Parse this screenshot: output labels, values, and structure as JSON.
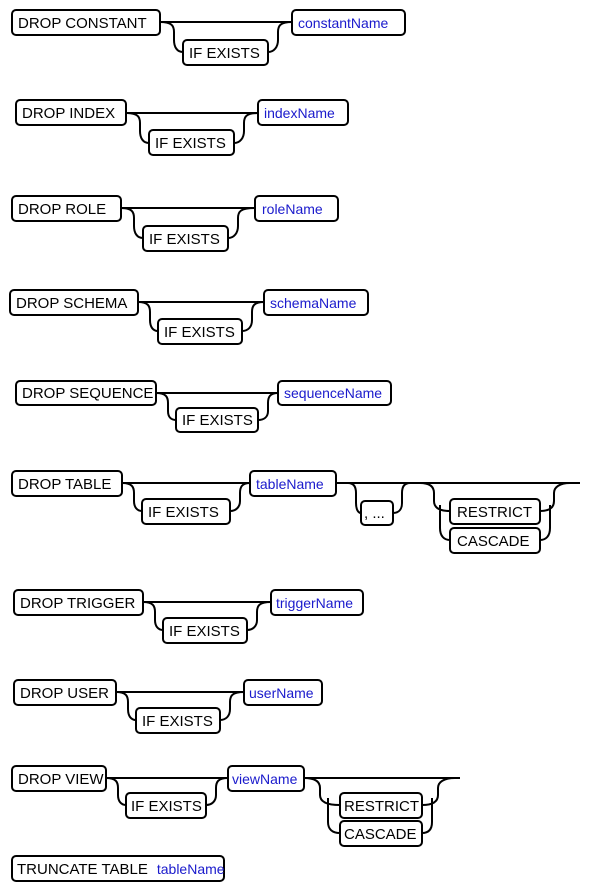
{
  "diagrams": [
    {
      "keyword": "DROP CONSTANT",
      "if_exists": "IF EXISTS",
      "name": "constantName"
    },
    {
      "keyword": "DROP INDEX",
      "if_exists": "IF EXISTS",
      "name": "indexName"
    },
    {
      "keyword": "DROP ROLE",
      "if_exists": "IF EXISTS",
      "name": "roleName"
    },
    {
      "keyword": "DROP SCHEMA",
      "if_exists": "IF EXISTS",
      "name": "schemaName"
    },
    {
      "keyword": "DROP SEQUENCE",
      "if_exists": "IF EXISTS",
      "name": "sequenceName"
    },
    {
      "keyword": "DROP TABLE",
      "if_exists": "IF EXISTS",
      "name": "tableName",
      "repeat": ", ...",
      "restrict": "RESTRICT",
      "cascade": "CASCADE"
    },
    {
      "keyword": "DROP TRIGGER",
      "if_exists": "IF EXISTS",
      "name": "triggerName"
    },
    {
      "keyword": "DROP USER",
      "if_exists": "IF EXISTS",
      "name": "userName"
    },
    {
      "keyword": "DROP VIEW",
      "if_exists": "IF EXISTS",
      "name": "viewName",
      "restrict": "RESTRICT",
      "cascade": "CASCADE"
    },
    {
      "keyword": "TRUNCATE TABLE",
      "name": "tableName"
    }
  ]
}
